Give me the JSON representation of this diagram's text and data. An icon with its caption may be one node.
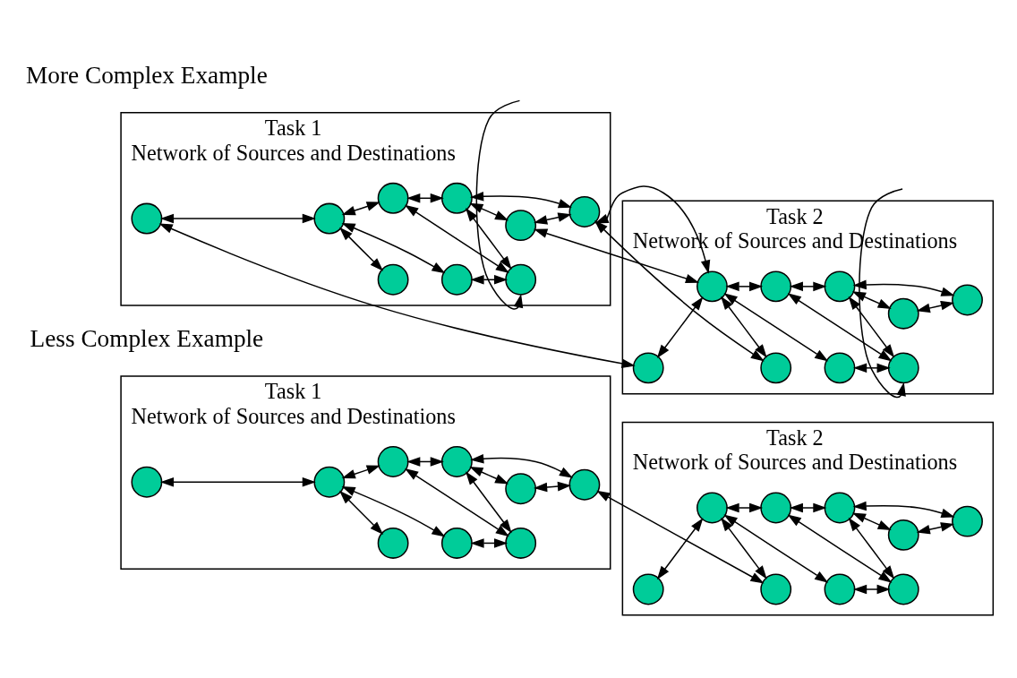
{
  "diagram": {
    "nodes": [
      {
        "text": [
          "Task 1",
          "Network of Sources and Destinations"
        ]
      },
      {
        "text": [],
        "shape": "circle",
        "in": 0
      },
      {
        "text": [],
        "shape": "circle",
        "in": 0
      },
      {
        "text": [],
        "shape": "circle",
        "in": 0
      },
      {
        "text": [],
        "shape": "circle",
        "in": 0
      },
      {
        "text": [],
        "shape": "circle",
        "in": 0
      },
      {
        "text": [],
        "shape": "circle",
        "in": 0
      },
      {
        "text": [],
        "shape": "circle",
        "in": 0
      },
      {
        "text": [],
        "shape": "circle",
        "in": 0
      },
      {
        "text": [],
        "shape": "circle",
        "in": 0
      },
      {
        "text": [
          "Task 2",
          "Network of Sources and Destinations"
        ]
      },
      {
        "text": [],
        "shape": "circle",
        "in": 10
      },
      {
        "text": [],
        "shape": "circle",
        "in": 10
      },
      {
        "text": [],
        "shape": "circle",
        "in": 10
      },
      {
        "text": [],
        "shape": "circle",
        "in": 10
      },
      {
        "text": [],
        "shape": "circle",
        "in": 10
      },
      {
        "text": [],
        "shape": "circle",
        "in": 10
      },
      {
        "text": [],
        "shape": "circle",
        "in": 10
      },
      {
        "text": [],
        "shape": "circle",
        "in": 10
      },
      {
        "text": [],
        "shape": "circle",
        "in": 10
      },
      {
        "text": [
          "Task 1",
          "Network of Sources and Destinations"
        ]
      },
      {
        "text": [],
        "shape": "circle",
        "in": 20
      },
      {
        "text": [],
        "shape": "circle",
        "in": 20
      },
      {
        "text": [],
        "shape": "circle",
        "in": 20
      },
      {
        "text": [],
        "shape": "circle",
        "in": 20
      },
      {
        "text": [],
        "shape": "circle",
        "in": 20
      },
      {
        "text": [],
        "shape": "circle",
        "in": 20
      },
      {
        "text": [],
        "shape": "circle",
        "in": 20
      },
      {
        "text": [],
        "shape": "circle",
        "in": 20
      },
      {
        "text": [],
        "shape": "circle",
        "in": 20
      },
      {
        "text": [
          "Task 2",
          "Network of Sources and Destinations"
        ]
      },
      {
        "text": [],
        "shape": "circle",
        "in": 30
      },
      {
        "text": [],
        "shape": "circle",
        "in": 30
      },
      {
        "text": [],
        "shape": "circle",
        "in": 30
      },
      {
        "text": [],
        "shape": "circle",
        "in": 30
      },
      {
        "text": [],
        "shape": "circle",
        "in": 30
      },
      {
        "text": [],
        "shape": "circle",
        "in": 30
      },
      {
        "text": [],
        "shape": "circle",
        "in": 30
      },
      {
        "text": [],
        "shape": "circle",
        "in": 30
      },
      {
        "text": [],
        "shape": "circle",
        "in": 30
      }
    ],
    "edges": [
      {
        "from": 4,
        "to": 1,
        "arrow": "both"
      },
      {
        "from": 1,
        "to": 5,
        "arrow": "both"
      },
      {
        "from": 1,
        "to": 2,
        "arrow": "both"
      },
      {
        "from": 1,
        "to": 3,
        "arrow": "both"
      },
      {
        "from": 3,
        "to": 6,
        "arrow": "both"
      },
      {
        "from": 5,
        "to": 7,
        "arrow": "both"
      },
      {
        "from": 5,
        "to": 6,
        "arrow": "both"
      },
      {
        "from": 7,
        "to": 6,
        "arrow": "both"
      },
      {
        "from": 7,
        "to": 8,
        "arrow": "both"
      },
      {
        "from": 7,
        "to": 9,
        "arrow": "both"
      },
      {
        "from": 8,
        "to": 9,
        "arrow": "both"
      },
      {
        "from": 14,
        "to": 11,
        "arrow": "both"
      },
      {
        "from": 11,
        "to": 15,
        "arrow": "both"
      },
      {
        "from": 11,
        "to": 12,
        "arrow": "both"
      },
      {
        "from": 11,
        "to": 13,
        "arrow": "both"
      },
      {
        "from": 13,
        "to": 16,
        "arrow": "both"
      },
      {
        "from": 15,
        "to": 17,
        "arrow": "both"
      },
      {
        "from": 15,
        "to": 16,
        "arrow": "both"
      },
      {
        "from": 17,
        "to": 16,
        "arrow": "both"
      },
      {
        "from": 17,
        "to": 18,
        "arrow": "both"
      },
      {
        "from": 17,
        "to": 19,
        "arrow": "both"
      },
      {
        "from": 18,
        "to": 19,
        "arrow": "both"
      },
      {
        "from": 9,
        "to": 12,
        "arrow": "both"
      },
      {
        "from": 24,
        "to": 21,
        "arrow": "both"
      },
      {
        "from": 21,
        "to": 25,
        "arrow": "both"
      },
      {
        "from": 21,
        "to": 22,
        "arrow": "both"
      },
      {
        "from": 21,
        "to": 23,
        "arrow": "both"
      },
      {
        "from": 23,
        "to": 26,
        "arrow": "both"
      },
      {
        "from": 25,
        "to": 27,
        "arrow": "both"
      },
      {
        "from": 25,
        "to": 26,
        "arrow": "both"
      },
      {
        "from": 27,
        "to": 26,
        "arrow": "both"
      },
      {
        "from": 27,
        "to": 28,
        "arrow": "both"
      },
      {
        "from": 27,
        "to": 29,
        "arrow": "both"
      },
      {
        "from": 28,
        "to": 29,
        "arrow": "both"
      },
      {
        "from": 34,
        "to": 31,
        "arrow": "both"
      },
      {
        "from": 31,
        "to": 35,
        "arrow": "both"
      },
      {
        "from": 31,
        "to": 32,
        "arrow": "both"
      },
      {
        "from": 31,
        "to": 33,
        "arrow": "both"
      },
      {
        "from": 33,
        "to": 36,
        "arrow": "both"
      },
      {
        "from": 35,
        "to": 37,
        "arrow": "both"
      },
      {
        "from": 35,
        "to": 36,
        "arrow": "both"
      },
      {
        "from": 37,
        "to": 36,
        "arrow": "both"
      },
      {
        "from": 37,
        "to": 38,
        "arrow": "both"
      },
      {
        "from": 37,
        "to": 39,
        "arrow": "both"
      },
      {
        "from": 38,
        "to": 39,
        "arrow": "both"
      },
      {
        "from": 24,
        "to": 34,
        "arrow": "both"
      },
      {
        "from": 28,
        "to": 31,
        "arrow": "both"
      },
      {
        "from": 31,
        "to": 29,
        "arrow": "both"
      },
      {
        "from": 29,
        "to": 32,
        "arrow": "both"
      },
      {
        "from": null,
        "to": 26,
        "arrow": "to"
      },
      {
        "from": null,
        "to": 36,
        "arrow": "to"
      }
    ],
    "labels": [
      "Less Complex Example",
      "More Complex Example"
    ]
  }
}
